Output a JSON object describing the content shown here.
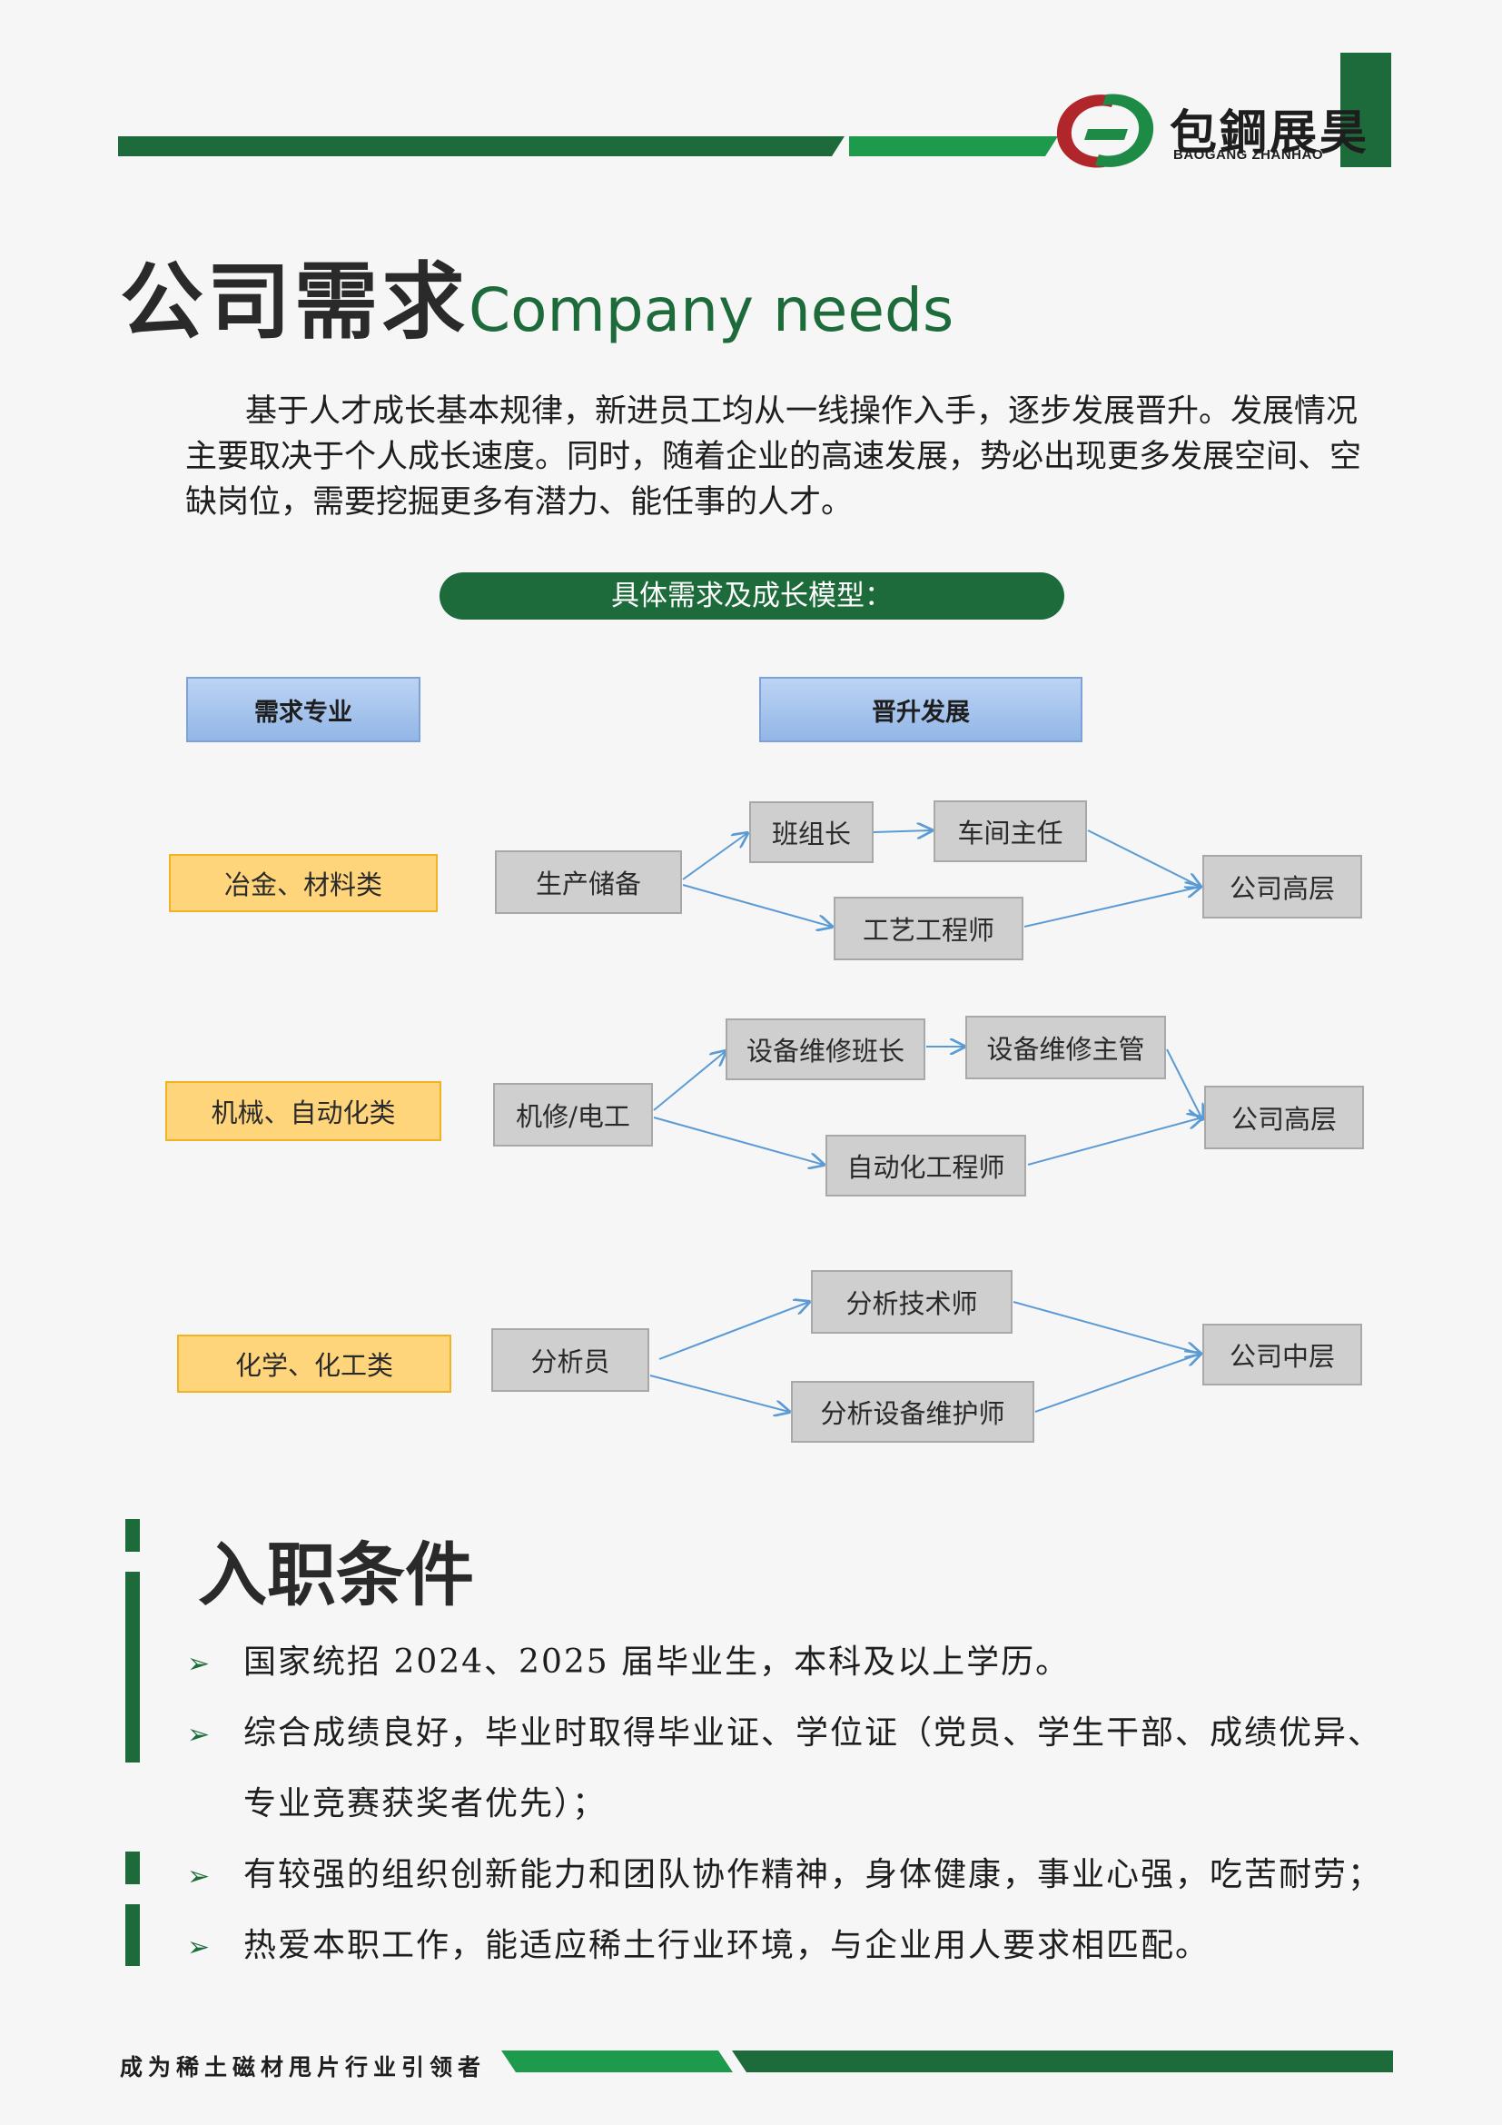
{
  "header": {
    "logo_cn": "包鋼展昊",
    "logo_en": "BAOGANG ZHANHAO"
  },
  "title": {
    "cn": "公司需求",
    "en": "Company  needs"
  },
  "intro": {
    "text": "基于人才成长基本规律，新进员工均从一线操作入手，逐步发展晋升。发展情况主要取决于个人成长速度。同时，随着企业的高速发展，势必出现更多发展空间、空缺岗位，需要挖掘更多有潜力、能任事的人才。"
  },
  "model": {
    "pill": "具体需求及成长模型：",
    "col_major": "需求专业",
    "col_growth": "晋升发展",
    "rows": [
      {
        "category": "冶金、材料类",
        "entry": "生产储备",
        "up_1": "班组长",
        "up_2": "车间主任",
        "down": "工艺工程师",
        "target": "公司高层"
      },
      {
        "category": "机械、自动化类",
        "entry": "机修/电工",
        "up_1": "设备维修班长",
        "up_2": "设备维修主管",
        "down": "自动化工程师",
        "target": "公司高层"
      },
      {
        "category": "化学、化工类",
        "entry": "分析员",
        "up_1": "分析技术师",
        "down": "分析设备维护师",
        "target": "公司中层"
      }
    ]
  },
  "requirements": {
    "title": "入职条件",
    "items": [
      "国家统招 2024、2025 届毕业生，本科及以上学历。",
      "综合成绩良好，毕业时取得毕业证、学位证（党员、学生干部、成绩优异、",
      "专业竞赛获奖者优先）；",
      "有较强的组织创新能力和团队协作精神，身体健康，事业心强，吃苦耐劳；",
      "热爱本职工作，能适应稀土行业环境，与企业用人要求相匹配。"
    ],
    "marker": "➢"
  },
  "footer": {
    "slogan": "成为稀土磁材甩片行业引领者"
  }
}
